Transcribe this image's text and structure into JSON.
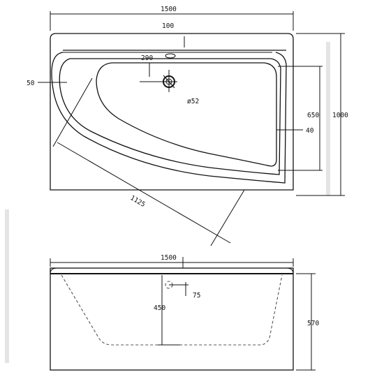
{
  "top_view": {
    "width_label": "1500",
    "rim_label": "100",
    "overflow_label": "290",
    "left_rim_label": "50",
    "drain_label": "ø52",
    "inner_depth_label": "650",
    "right_rim_label": "40",
    "depth_label": "1000",
    "diagonal_label": "1125"
  },
  "side_view": {
    "width_label": "1500",
    "overflow_offset_label": "75",
    "inner_depth_label": "450",
    "height_label": "570"
  }
}
